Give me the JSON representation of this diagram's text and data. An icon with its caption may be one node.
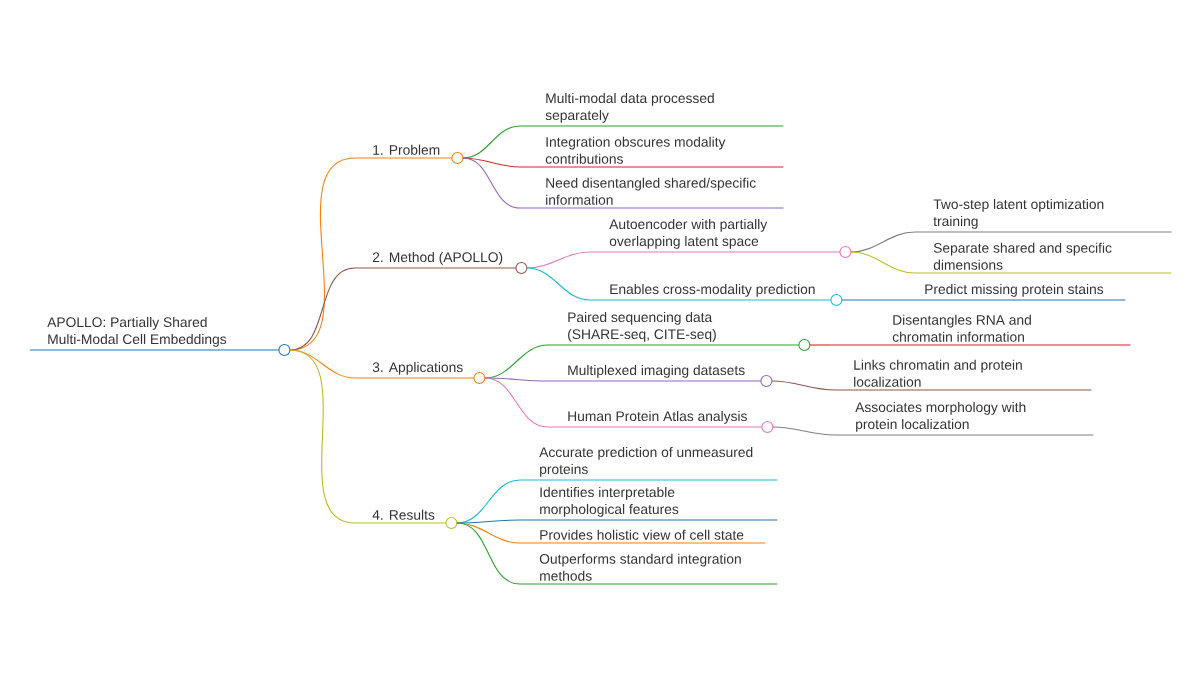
{
  "diagram": {
    "nodes": [
      {
        "text": [
          "APOLLO: Partially Shared Multi-Modal Cell Embeddings"
        ]
      },
      {
        "text": [
          "1. Problem"
        ]
      },
      {
        "text": [
          "2. Method (APOLLO)"
        ]
      },
      {
        "text": [
          "3. Applications"
        ]
      },
      {
        "text": [
          "4. Results"
        ]
      },
      {
        "text": [
          "Multi-modal data processed separately"
        ]
      },
      {
        "text": [
          "Integration obscures modality contributions"
        ]
      },
      {
        "text": [
          "Need disentangled shared/specific information"
        ]
      },
      {
        "text": [
          "Autoencoder with partially overlapping latent space"
        ]
      },
      {
        "text": [
          "Enables cross-modality prediction"
        ]
      },
      {
        "text": [
          "Two-step latent optimization training"
        ]
      },
      {
        "text": [
          "Separate shared and specific dimensions"
        ]
      },
      {
        "text": [
          "Predict missing protein stains"
        ]
      },
      {
        "text": [
          "Paired sequencing data (SHARE-seq, CITE-seq)"
        ]
      },
      {
        "text": [
          "Multiplexed imaging datasets"
        ]
      },
      {
        "text": [
          "Human Protein Atlas analysis"
        ]
      },
      {
        "text": [
          "Disentangles RNA and chromatin information"
        ]
      },
      {
        "text": [
          "Links chromatin and protein localization"
        ]
      },
      {
        "text": [
          "Associates morphology with protein localization"
        ]
      },
      {
        "text": [
          "Accurate prediction of unmeasured proteins"
        ]
      },
      {
        "text": [
          "Identifies interpretable morphological features"
        ]
      },
      {
        "text": [
          "Provides holistic view of cell state"
        ]
      },
      {
        "text": [
          "Outperforms standard integration methods"
        ]
      }
    ],
    "edges": [
      {
        "from": 0,
        "to": 1,
        "arrow": "none",
        "color": "#ff7f0e"
      },
      {
        "from": 0,
        "to": 2,
        "arrow": "none",
        "color": "#8c564b"
      },
      {
        "from": 0,
        "to": 3,
        "arrow": "none",
        "color": "#ff7f0e"
      },
      {
        "from": 0,
        "to": 4,
        "arrow": "none",
        "color": "#bcbd22"
      },
      {
        "from": 1,
        "to": 5,
        "arrow": "none",
        "color": "#2ca02c"
      },
      {
        "from": 1,
        "to": 6,
        "arrow": "none",
        "color": "#d62728"
      },
      {
        "from": 1,
        "to": 7,
        "arrow": "none",
        "color": "#9467bd"
      },
      {
        "from": 2,
        "to": 8,
        "arrow": "none",
        "color": "#e377c2"
      },
      {
        "from": 2,
        "to": 9,
        "arrow": "none",
        "color": "#17becf"
      },
      {
        "from": 8,
        "to": 10,
        "arrow": "none",
        "color": "#7f7f7f"
      },
      {
        "from": 8,
        "to": 11,
        "arrow": "none",
        "color": "#bcbd22"
      },
      {
        "from": 9,
        "to": 12,
        "arrow": "none",
        "color": "#1f77b4"
      },
      {
        "from": 3,
        "to": 13,
        "arrow": "none",
        "color": "#2ca02c"
      },
      {
        "from": 3,
        "to": 14,
        "arrow": "none",
        "color": "#9467bd"
      },
      {
        "from": 3,
        "to": 15,
        "arrow": "none",
        "color": "#e377c2"
      },
      {
        "from": 13,
        "to": 16,
        "arrow": "none",
        "color": "#d62728"
      },
      {
        "from": 14,
        "to": 17,
        "arrow": "none",
        "color": "#8c564b"
      },
      {
        "from": 15,
        "to": 18,
        "arrow": "none",
        "color": "#7f7f7f"
      },
      {
        "from": 4,
        "to": 19,
        "arrow": "none",
        "color": "#17becf"
      },
      {
        "from": 4,
        "to": 20,
        "arrow": "none",
        "color": "#1f77b4"
      },
      {
        "from": 4,
        "to": 21,
        "arrow": "none",
        "color": "#ff7f0e"
      },
      {
        "from": 4,
        "to": 22,
        "arrow": "none",
        "color": "#2ca02c"
      }
    ]
  }
}
